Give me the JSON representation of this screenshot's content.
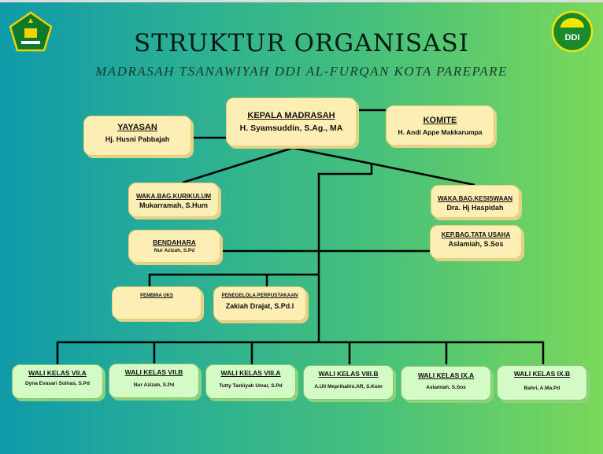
{
  "header": {
    "title": "STRUKTUR ORGANISASI",
    "subtitle": "MADRASAH TSANAWIYAH DDI AL-FURQAN KOTA PAREPARE",
    "right_logo_text": "DDI"
  },
  "colors": {
    "box_yellow": "#fdeeb4",
    "box_green": "#d4fbc5",
    "line": "#000000"
  },
  "nodes": {
    "kepala": {
      "role": "KEPALA MADRASAH",
      "name": "H. Syamsuddin, S.Ag., MA"
    },
    "yayasan": {
      "role": "YAYASAN",
      "name": "Hj. Husni Pabbajah"
    },
    "komite": {
      "role": "KOMITE",
      "name": "H. Andi Appe Makkarumpa"
    },
    "kurikulum": {
      "role": "WAKA.BAG.KURIKULUM",
      "name": "Mukarramah, S.Hum"
    },
    "kesiswaan": {
      "role": "WAKA.BAG.KESISWAAN",
      "name": "Dra. Hj Haspidah"
    },
    "bendahara": {
      "role": "BENDAHARA",
      "name": "Nur Azizah, S.Pd"
    },
    "tatausaha": {
      "role": "KEP.BAG.TATA USAHA",
      "name": "Aslamiah, S.Sos"
    },
    "uks": {
      "role": "PEMBINA UKS"
    },
    "perpustakaan": {
      "role": "PENEGELOLA PERPUSTAKAAN",
      "name": "Zakiah Drajat, S.Pd.I"
    }
  },
  "wali_kelas": [
    {
      "role": "WALI KELAS VII.A",
      "name": "Dyna Evasari Sulnas, S.Pd"
    },
    {
      "role": "WALI KELAS VII.B",
      "name": "Nur Azizah, S.Pd"
    },
    {
      "role": "WALI KELAS VIII.A",
      "name": "Tutty Tazkiyah Umar, S.Pd"
    },
    {
      "role": "WALI KELAS VIII.B",
      "name": "A.Uli Meprihalini.AR, S.Kom"
    },
    {
      "role": "WALI KELAS IX.A",
      "name": "Aslamiah, S.Sos"
    },
    {
      "role": "WALI KELAS IX.B",
      "name": "Bahri, A.Ma.Pd"
    }
  ]
}
